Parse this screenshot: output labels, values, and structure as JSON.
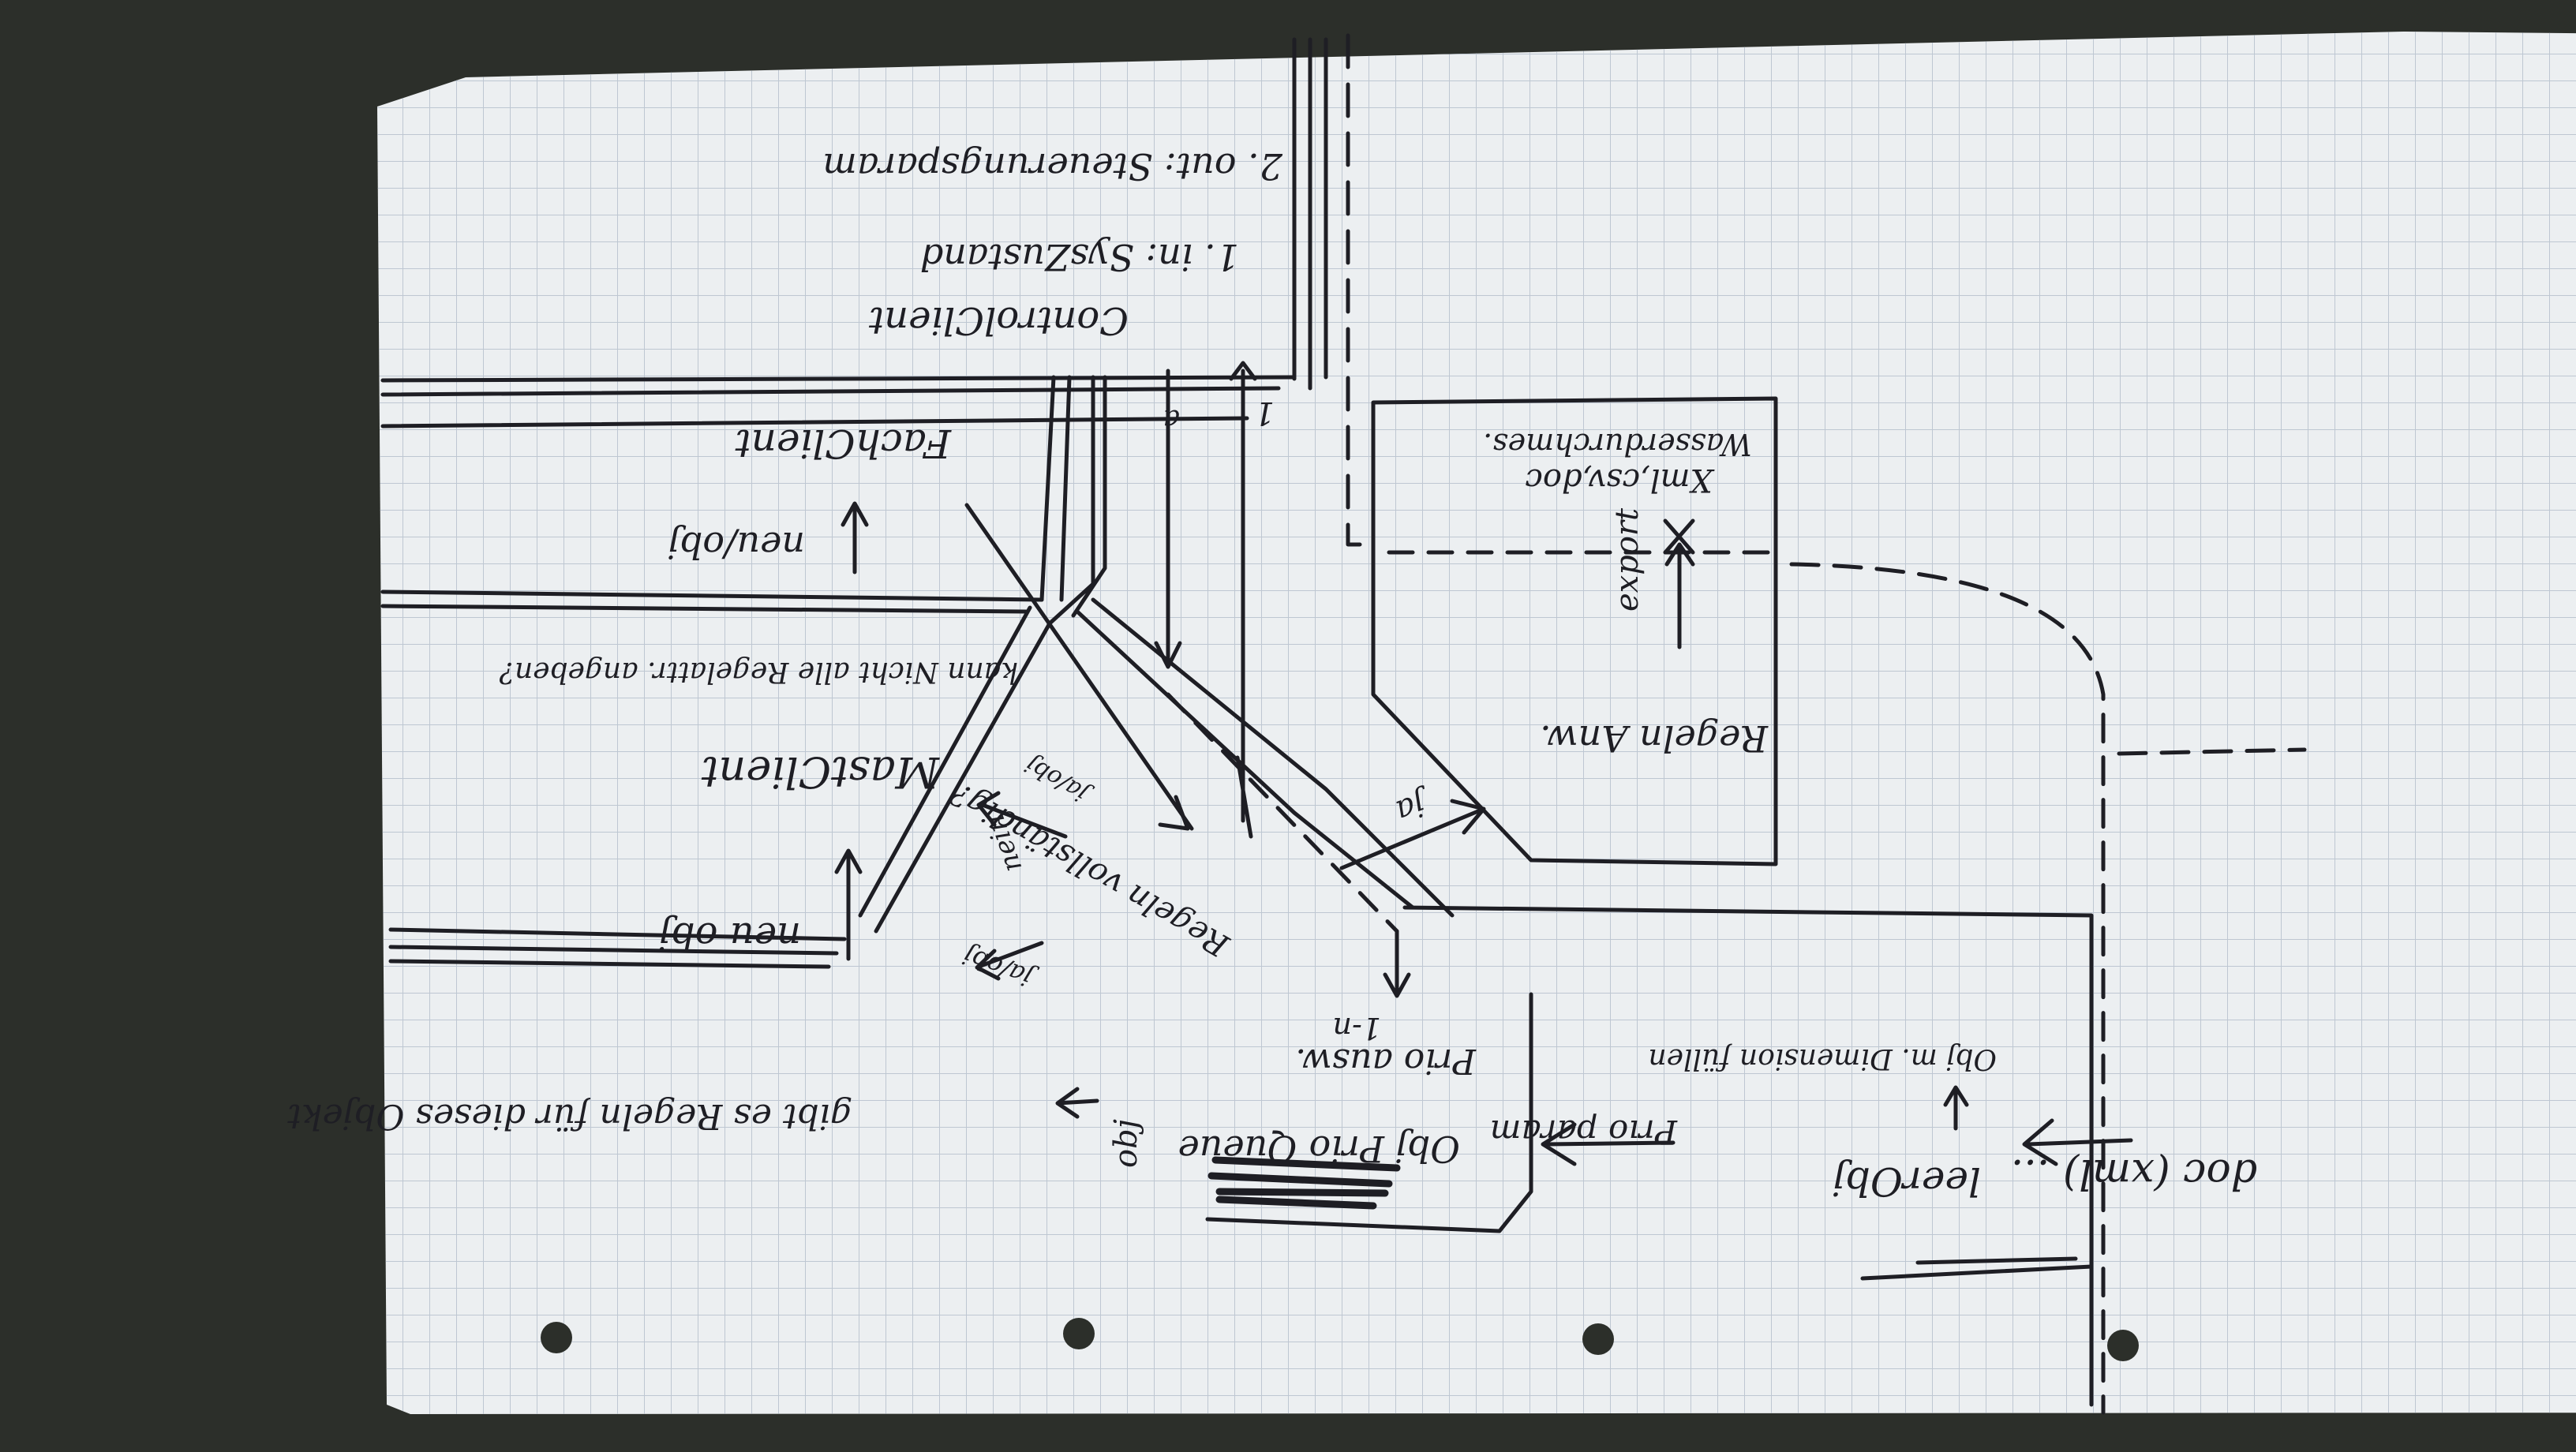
{
  "colors": {
    "background": "#2c2f2a",
    "paper": "#eceff1",
    "grid": "#b9c3cf",
    "ink": "#1e1e24"
  },
  "labels": {
    "control_client": "ControlClient",
    "in_sys_state": "1. in: SysZustand",
    "out_control_param": "2. out: Steuerungsparam",
    "fach_client": "FachClient",
    "neu_obj_top": "neu/obj",
    "export": "export",
    "xml_csv_doc": "Xml,csv,doc",
    "wasserdurchmesser": "Wasserdurchmes.",
    "regeln_anw": "Regeln Anw.",
    "mastclient": "MastClient",
    "kann_nicht": "kann Nicht alle Regelattr. angeben?",
    "ja_obj_diag": "ja/obj",
    "nein": "nein",
    "ja_right": "ja",
    "regeln_vollstaendig": "Regeln vollständig?",
    "neu_obj_bottom": "neu obj",
    "ja_obj_bottom": "ja/obj",
    "gibt_es_regeln": "gibt es Regeln für dieses Objekt",
    "obj_left": "obj",
    "obj_prio_queue": "Obj Prio Queue",
    "prio_ausw": "Prio ausw.",
    "one_to_n": "1-n",
    "prio_param": "Prio param",
    "leer_obj": "leerObj",
    "obj_m_dimension": "Obj m. Dimension füllen",
    "doc_xml": "doc (xml) ...",
    "marker_a": "a",
    "marker_one": "1"
  }
}
